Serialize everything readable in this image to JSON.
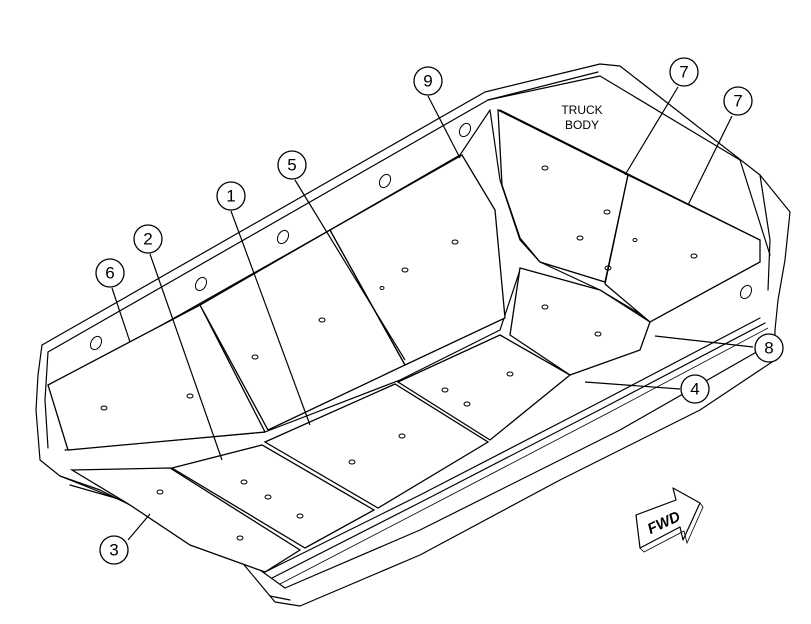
{
  "diagram": {
    "body_label_line1": "TRUCK",
    "body_label_line2": "BODY",
    "direction_label": "FWD",
    "callouts": [
      "1",
      "2",
      "3",
      "4",
      "5",
      "6",
      "7",
      "7",
      "8",
      "9"
    ]
  }
}
